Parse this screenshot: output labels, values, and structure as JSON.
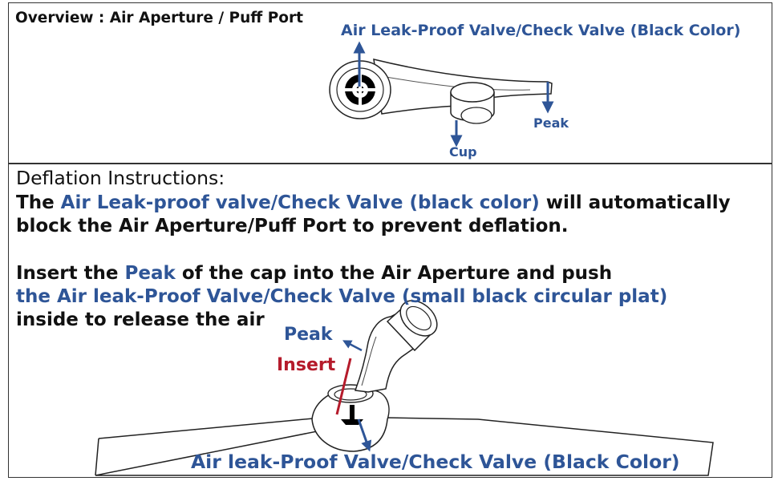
{
  "overview": {
    "title": "Overview : Air Aperture / Puff Port",
    "labels": {
      "valve": "Air Leak-Proof Valve/Check Valve (Black Color)",
      "peak": "Peak",
      "cup": "Cup"
    }
  },
  "instructions": {
    "heading": "Deflation Instructions:",
    "line1": {
      "a": "The ",
      "b": "Air Leak-proof valve/Check Valve (black color)",
      "c": " will automatically"
    },
    "line2": "block the Air Aperture/Puff Port to prevent deflation.",
    "line3": {
      "a": "Insert the ",
      "b": "Peak",
      "c": " of the cap into the Air Aperture and push"
    },
    "line4": "the Air leak-Proof Valve/Check Valve (small black circular plat)",
    "line5": "inside to release the air",
    "labels": {
      "peak": "Peak",
      "insert": "Insert",
      "valve": "Air leak-Proof Valve/Check Valve (Black Color)"
    }
  },
  "colors": {
    "accent_blue": "#2e5597",
    "accent_red": "#b51b2b",
    "text": "#111111",
    "border": "#333333"
  },
  "icons": [
    "air-valve-cap-top-view",
    "air-valve-cap-side-view",
    "arrow-icon"
  ]
}
